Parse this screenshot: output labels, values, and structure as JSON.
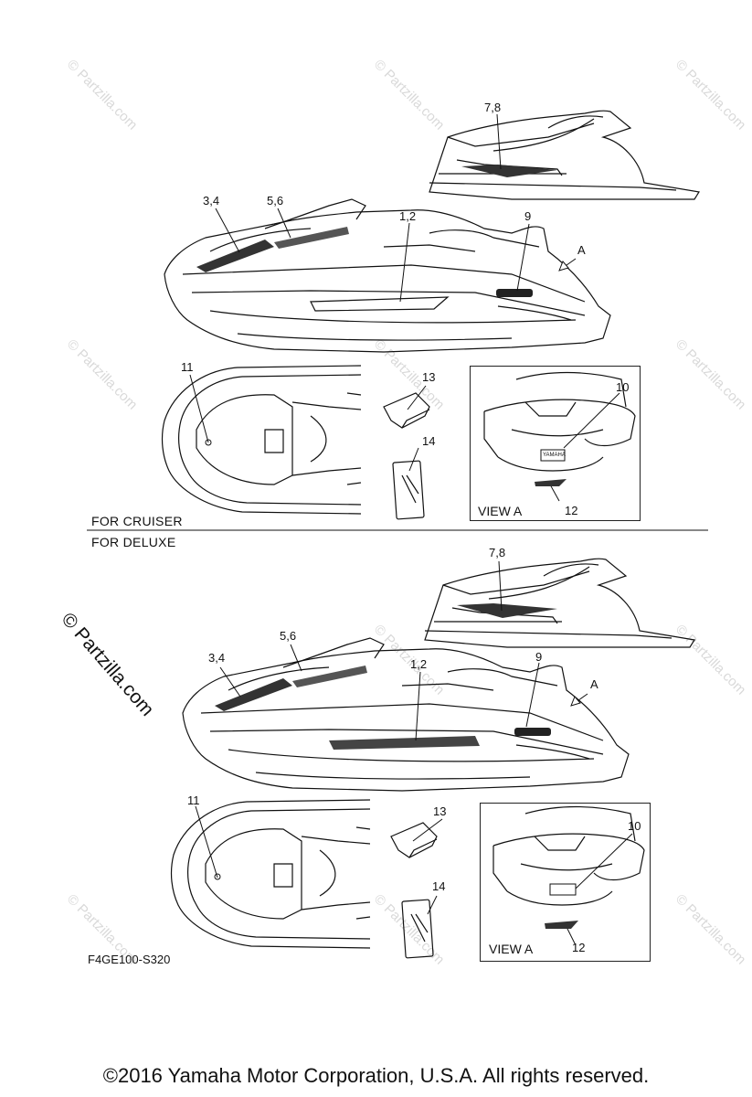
{
  "watermark": {
    "small": "© Partzilla.com",
    "large": "© Partzilla.com"
  },
  "cruiser": {
    "section_label": "FOR CRUISER",
    "callouts": {
      "c78": "7,8",
      "c34": "3,4",
      "c56": "5,6",
      "c12": "1,2",
      "c9": "9",
      "cA": "A",
      "c11": "11",
      "c13": "13",
      "c14": "14",
      "c10": "10",
      "c12b": "12"
    },
    "view_label": "VIEW A",
    "badge_text": "YAMAHA"
  },
  "deluxe": {
    "section_label": "FOR DELUXE",
    "callouts": {
      "c78": "7,8",
      "c34": "3,4",
      "c56": "5,6",
      "c12": "1,2",
      "c9": "9",
      "cA": "A",
      "c11": "11",
      "c13": "13",
      "c14": "14",
      "c10": "10",
      "c12b": "12"
    },
    "view_label": "VIEW A",
    "diagram_code": "F4GE100-S320"
  },
  "copyright": "©2016  Yamaha Motor Corporation, U.S.A. All rights reserved."
}
